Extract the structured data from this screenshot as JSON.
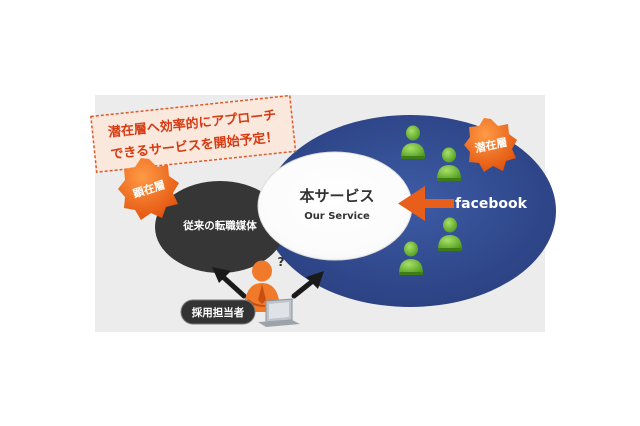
{
  "banner": {
    "line1": "潜在層へ効率的にアプローチ",
    "line2": "できるサービスを開始予定！"
  },
  "badges": {
    "latent": "潜在層",
    "visible": "顕在層"
  },
  "service": {
    "title": "本サービス",
    "subtitle": "Our Service"
  },
  "facebook": {
    "label": "facebook"
  },
  "traditional": {
    "label": "従来の転職媒体"
  },
  "recruiter": {
    "label": "採用担当者",
    "question": "?"
  },
  "colors": {
    "panel": "#ececec",
    "blue_ellipse": "#324c8e",
    "orange": "#e85f1c",
    "red_text": "#d63a12",
    "dark": "#333333",
    "green_person": "#6cbf2a"
  }
}
